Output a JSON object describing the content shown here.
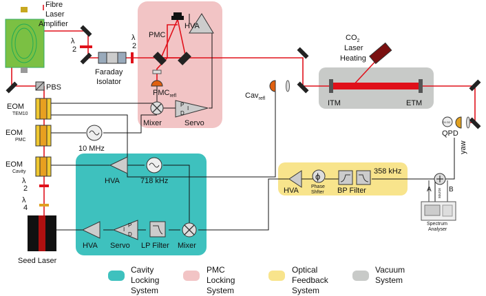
{
  "labels": {
    "fibre": "Fibre",
    "laser": "Laser",
    "amplifier": "Amplifier",
    "faraday": "Faraday",
    "isolator": "Isolator",
    "pmc": "PMC",
    "hva_top": "HVA",
    "pmc_refl_main": "PMC",
    "pmc_refl_sub": "refl",
    "mixer_pmc": "Mixer",
    "servo_pmc": "Servo",
    "co2_main": "CO",
    "co2_sub": "2",
    "co2_laser": "Laser",
    "co2_heating": "Heating",
    "cav_main": "Cav",
    "cav_sub": "refl",
    "itm": "ITM",
    "etm": "ETM",
    "qpd": "QPD",
    "qpd_small": "D1 D2",
    "yaw": "yaw",
    "pbs": "PBS",
    "eom1": "EOM",
    "eom1_sub": "TEM10",
    "eom2": "EOM",
    "eom2_sub": "PMC",
    "eom3": "EOM",
    "eom3_sub": "Cavity",
    "osc_10mhz": "10 MHz",
    "hva_cav": "HVA",
    "osc_718khz": "718 kHz",
    "hva_cav2": "HVA",
    "servo_cav": "Servo",
    "lp_filter": "LP Filter",
    "mixer_cav": "Mixer",
    "seed_laser": "Seed Laser",
    "hva_of": "HVA",
    "phase_shifter_1": "Phase",
    "phase_shifter_2": "Shfter",
    "bp_filter": "BP Filter",
    "freq_358": "358 kHz",
    "port_a": "A",
    "port_b": "B",
    "port_source": "source",
    "spectrum_1": "Spectrum",
    "spectrum_2": "Analyser",
    "half_wave": "λ",
    "half_den": "2",
    "quarter_den": "4",
    "pd_p": "P",
    "pd_d": "D",
    "pd_i": "I",
    "phi": "ϕ"
  },
  "legend": [
    {
      "color": "#3ec1be",
      "line1": "Cavity",
      "line2": "Locking",
      "line3": "System"
    },
    {
      "color": "#f2c4c5",
      "line1": "PMC",
      "line2": "Locking",
      "line3": "System"
    },
    {
      "color": "#f8e48c",
      "line1": "Optical",
      "line2": "Feedback",
      "line3": "System"
    },
    {
      "color": "#c8cac8",
      "line1": "Vacuum",
      "line2": "System",
      "line3": ""
    }
  ],
  "colors": {
    "cavity_box": "#3ec1be",
    "pmc_box": "#f2c4c5",
    "feedback_box": "#f8e48c",
    "vacuum_box": "#c8cac8",
    "beam": "#e0101a",
    "amplifier": "#7bc043"
  }
}
